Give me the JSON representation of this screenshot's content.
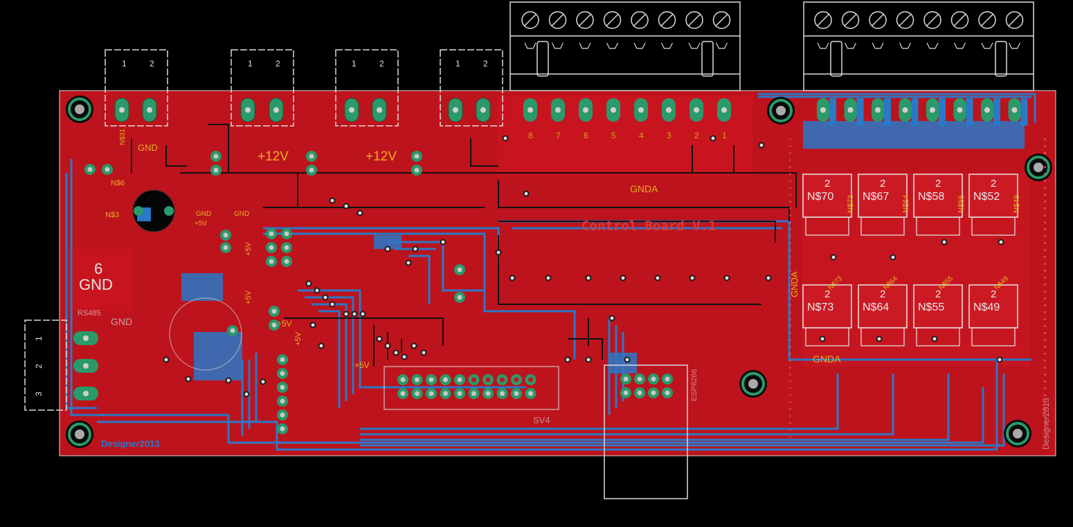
{
  "board": {
    "title": "Control Board V.1",
    "designer": "Designer2013",
    "designer_side": "Designer2013"
  },
  "colors": {
    "background": "#000000",
    "top_copper": "#c8141e",
    "bottom_copper": "#1e78c8",
    "pad": "#2a9a6a",
    "drill": "#c8c8c8",
    "silk": "#e6e6e6",
    "label": "#d4a21a"
  },
  "rails": {
    "plus12_a": "+12V",
    "plus12_b": "+12V",
    "gnda_top": "GNDA",
    "gnda_right": "GNDA",
    "gnda_bottom": "GNDA",
    "gnd_left": "GND",
    "gnd_big": "GND",
    "gnd_big_num": "6",
    "gnd_small": "GND",
    "gnd_small2": "GND",
    "gnd_top_left": "GND",
    "plus5_a": "+5V",
    "plus5_b": "+5V",
    "plus5_c": "+5V",
    "plus5_d": "+5V",
    "plus5_e": "+5V",
    "plus5_f": "+5V"
  },
  "labels": {
    "rs485": "RS485",
    "esp": "ESP8266",
    "sv4": "SV4",
    "n6": "N$6",
    "n3": "N$3",
    "n31": "N$31"
  },
  "small_connectors": [
    {
      "pin1": "1",
      "pin2": "2"
    },
    {
      "pin1": "1",
      "pin2": "2"
    },
    {
      "pin1": "1",
      "pin2": "2"
    },
    {
      "pin1": "1",
      "pin2": "2"
    }
  ],
  "left_connector": [
    "1",
    "2",
    "3"
  ],
  "terminal_numbers": [
    "8",
    "7",
    "6",
    "5",
    "4",
    "3",
    "2",
    "1"
  ],
  "relays_top": [
    {
      "pin": "2",
      "net": "N$70"
    },
    {
      "pin": "2",
      "net": "N$67"
    },
    {
      "pin": "2",
      "net": "N$58"
    },
    {
      "pin": "2",
      "net": "N$52"
    }
  ],
  "relays_bottom": [
    {
      "pin": "2",
      "net": "N$73"
    },
    {
      "pin": "2",
      "net": "N$64"
    },
    {
      "pin": "2",
      "net": "N$55"
    },
    {
      "pin": "2",
      "net": "N$49"
    }
  ],
  "side_nets": [
    "N$73",
    "N$64",
    "N$55",
    "N$49"
  ],
  "diag_nets": [
    "N$73",
    "N$64",
    "N$55",
    "N$49"
  ],
  "icons": [
    "mounting-hole-icon",
    "terminal-screw-icon",
    "via-icon"
  ]
}
